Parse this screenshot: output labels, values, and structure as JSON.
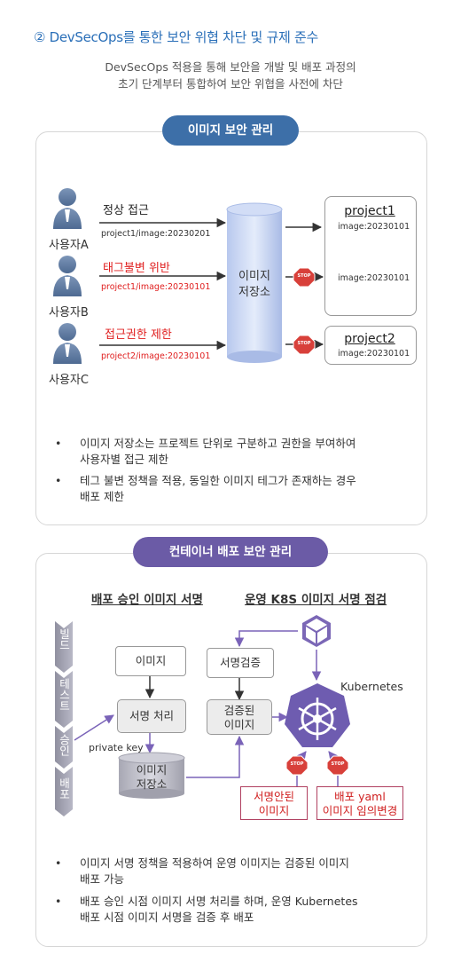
{
  "page": {
    "title": "② DevSecOps를 통한 보안 위협 차단 및 규제 준수",
    "subtitle_line1": "DevSecOps 적용을 통해 보안을 개발 및 배포 과정의",
    "subtitle_line2": "초기 단계부터 통합하여 보안 위협을 사전에 차단"
  },
  "section1": {
    "pill": "이미지 보안 관리",
    "users": [
      {
        "name": "사용자A",
        "access": "정상 접근",
        "path": "project1/image:20230201"
      },
      {
        "name": "사용자B",
        "access": "태그불변 위반",
        "path": "project1/image:20230101"
      },
      {
        "name": "사용자C",
        "access": "접근권한 제한",
        "path": "project2/image:20230101"
      }
    ],
    "registry_line1": "이미지",
    "registry_line2": "저장소",
    "project1": {
      "title": "project1",
      "tag1": "image:20230101",
      "tag2": "image:20230101"
    },
    "project2": {
      "title": "project2",
      "tag": "image:20230101"
    },
    "stop": "STOP",
    "bullets": [
      {
        "line1": "이미지 저장소는 프로젝트 단위로 구분하고 권한을 부여하여",
        "line2": "사용자별 접근 제한"
      },
      {
        "line1": "테그 불변 정책을 적용, 동일한 이미지 테그가 존재하는 경우",
        "line2": "배포 제한"
      }
    ],
    "bullet_mark": "•"
  },
  "section2": {
    "pill": "컨테이너 배포 보안 관리",
    "heading_left": "배포 승인 이미지 서명",
    "heading_right": "운영 K8S 이미지 서명 점검",
    "stages": [
      "빌드",
      "테스트",
      "승인",
      "배포"
    ],
    "image_box": "이미지",
    "sign_box": "서명 처리",
    "private_key": "private key",
    "registry_line1": "이미지",
    "registry_line2": "저장소",
    "verify_box": "서명검증",
    "verified_line1": "검증된",
    "verified_line2": "이미지",
    "kubernetes": "Kubernetes",
    "unsigned_line1": "서명안된",
    "unsigned_line2": "이미지",
    "yaml_line1": "배포 yaml",
    "yaml_line2": "이미지 임의변경",
    "stop": "STOP",
    "bullets": [
      {
        "line1": "이미지 서명 정책을 적용하여 운영 이미지는 검증된 이미지",
        "line2": "배포 가능"
      },
      {
        "line1": "배포 승인 시점 이미지 서명 처리를 하며, 운영 Kubernetes",
        "line2": "배포 시점 이미지 서명을 검증 후 배포"
      }
    ],
    "bullet_mark": "•"
  },
  "colors": {
    "title_blue": "#2a6fb8",
    "pill_blue": "#3d6fa8",
    "pill_purple": "#6b5ba6",
    "violation_red": "#e02020",
    "stop_red": "#d8403a",
    "arrow_purple": "#7a63b8",
    "k8s_purple": "#6e5cb0"
  }
}
